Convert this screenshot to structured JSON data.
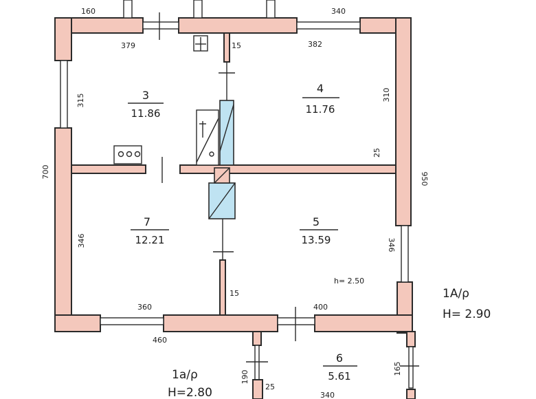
{
  "rooms": [
    {
      "id": "3",
      "area": "11.86"
    },
    {
      "id": "4",
      "area": "11.76"
    },
    {
      "id": "7",
      "area": "12.21"
    },
    {
      "id": "5",
      "area": "13.59"
    },
    {
      "id": "6",
      "area": "5.61"
    }
  ],
  "dimensions": {
    "top_left": "160",
    "top_right": "340",
    "room3_top": "379",
    "partition_top": "15",
    "room4_top": "382",
    "room3_left": "315",
    "room4_right": "310",
    "partition_right": "25",
    "left_total": "700",
    "right_total": "950",
    "room7_left": "346",
    "room5_right": "346",
    "room7_bottom": "360",
    "partition_bottom": "15",
    "room5_bottom": "400",
    "bottom_total": "460",
    "annex_left": "190",
    "annex_wall": "25",
    "annex_right": "165",
    "annex_bottom": "340"
  },
  "heights": {
    "room5": "h= 2.50"
  },
  "labels": {
    "main_code": "1A/ρ",
    "main_height": "H= 2.90",
    "annex_code": "1a/ρ",
    "annex_height": "H=2.80"
  }
}
